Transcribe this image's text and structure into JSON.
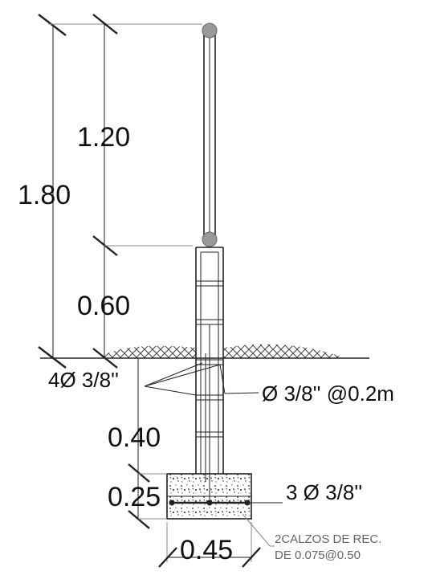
{
  "dimensions": {
    "total_height": "1.80",
    "post_height": "1.20",
    "wall_above_ground": "0.60",
    "wall_below_ground": "0.40",
    "footing_height": "0.25",
    "footing_width": "0.45"
  },
  "labels": {
    "main_bars": "4Ø 3/8''",
    "stirrups": "Ø 3/8'' @0.2m",
    "footing_bars": "3 Ø 3/8''",
    "spacer_note_line1": "2CALZOS DE REC.",
    "spacer_note_line2": "DE 0.075@0.50"
  },
  "colors": {
    "line": "#222222",
    "post_cap": "#999999",
    "ground_hatch": "#555555",
    "concrete_fill": "#ffffff",
    "note_text": "#666666"
  }
}
